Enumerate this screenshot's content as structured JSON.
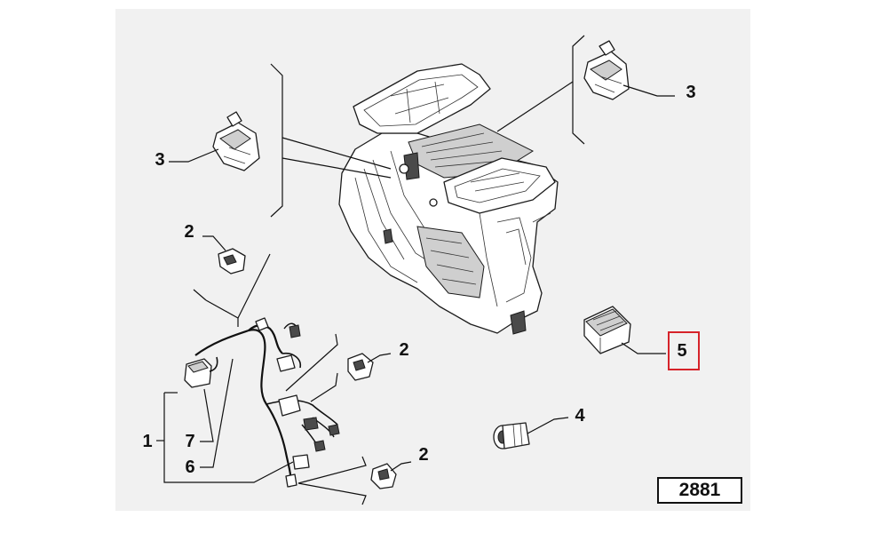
{
  "diagram": {
    "reference_number": "2881",
    "highlight_color": "#d6232a",
    "callouts": [
      {
        "id": "c3-top-right",
        "label": "3"
      },
      {
        "id": "c3-left",
        "label": "3"
      },
      {
        "id": "c2-left",
        "label": "2"
      },
      {
        "id": "c2-mid",
        "label": "2"
      },
      {
        "id": "c2-bottom",
        "label": "2"
      },
      {
        "id": "c5",
        "label": "5",
        "highlighted": true
      },
      {
        "id": "c4",
        "label": "4"
      },
      {
        "id": "c1",
        "label": "1"
      },
      {
        "id": "c7",
        "label": "7"
      },
      {
        "id": "c6",
        "label": "6"
      }
    ]
  }
}
